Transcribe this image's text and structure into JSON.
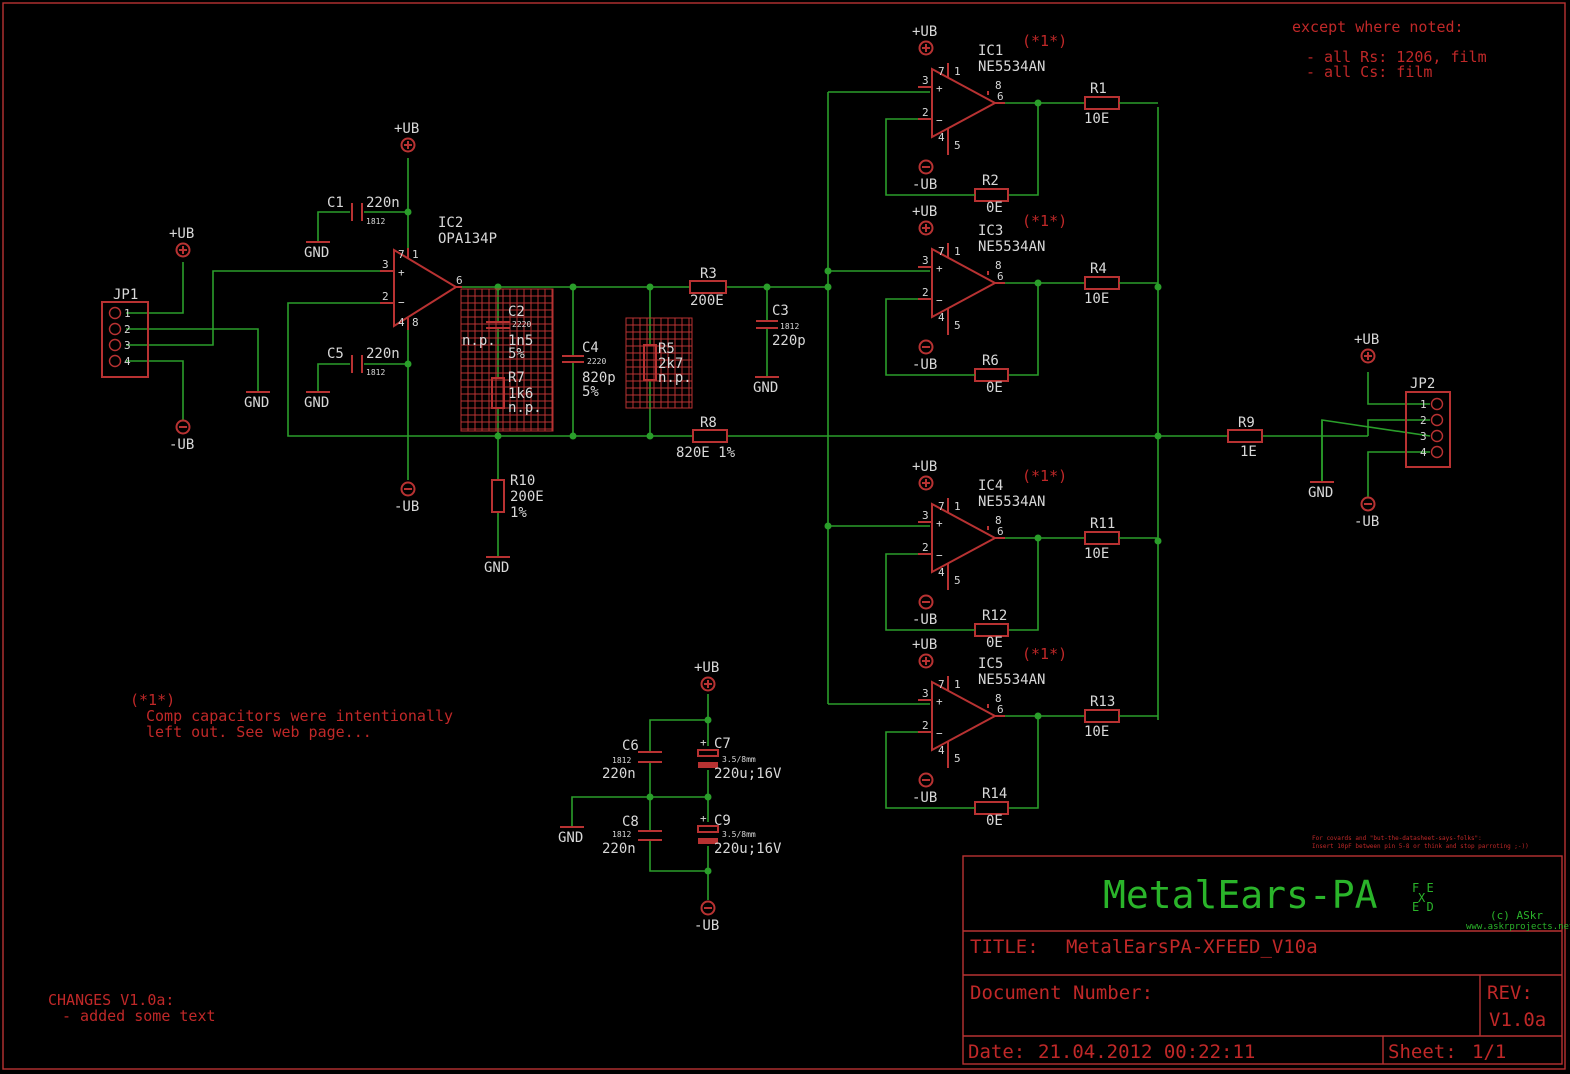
{
  "header_notes": [
    "except where noted:",
    "- all Rs: 1206, film",
    "- all Cs: film"
  ],
  "comp_note": [
    "(*1*)",
    "Comp capacitors were intentionally",
    "left out. See web page..."
  ],
  "changes": [
    "CHANGES V1.0a:",
    "- added some text"
  ],
  "fine_print": [
    "For covards and \"but-the-datasheet-says-folks\":",
    "Insert 10pF between pin 5-8 or think and stop parroting ;-))"
  ],
  "title_block": {
    "project": "MetalEars-PA",
    "project_sup": "F E",
    "project_sub": "E D",
    "x_mark": "X",
    "copyright": "(c) ASkr",
    "website": "www.askrprojects.net",
    "title_label": "TITLE:",
    "title_value": "MetalEarsPA-XFEED_V10a",
    "doc_label": "Document Number:",
    "rev_label": "REV:",
    "rev_value": "V1.0a",
    "date_label": "Date:",
    "date_value": "21.04.2012 00:22:11",
    "sheet_label": "Sheet:",
    "sheet_value": "1/1"
  },
  "parts": {
    "jp1": "JP1",
    "jp2": "JP2",
    "ic2": "IC2",
    "ic2_type": "OPA134P",
    "ic1": "IC1",
    "ic3": "IC3",
    "ic4": "IC4",
    "ic5": "IC5",
    "ne": "NE5534AN",
    "star": "(*1*)",
    "c1": "C1",
    "c1v": "220n",
    "c5": "C5",
    "c5v": "220n",
    "c2": "C2",
    "c2v": "1n5",
    "c2t": "5%",
    "np": "n.p.",
    "r7": "R7",
    "r7v": "1k6",
    "r7t": "n.p.",
    "c4": "C4",
    "c4v": "820p",
    "c4t": "5%",
    "r5": "R5",
    "r5v": "2k7",
    "r5t": "n.p.",
    "r3": "R3",
    "r3v": "200E",
    "c3": "C3",
    "c3v": "220p",
    "r8": "R8",
    "r8v": "820E 1%",
    "r10": "R10",
    "r10v": "200E",
    "r10t": "1%",
    "r9": "R9",
    "r9v": "1E",
    "r1": "R1",
    "r2": "R2",
    "r4": "R4",
    "r6": "R6",
    "r11": "R11",
    "r12": "R12",
    "r13": "R13",
    "r14": "R14",
    "v10": "10E",
    "v0": "0E",
    "c6": "C6",
    "c8": "C8",
    "c6v": "220n",
    "c7": "C7",
    "c9": "C9",
    "c7v": "220u;16V",
    "c7pkg": "3.5/8mm",
    "pkg1812": "1812",
    "pkg2220": "2220",
    "pub": "+UB",
    "mub": "-UB",
    "gnd": "GND"
  }
}
